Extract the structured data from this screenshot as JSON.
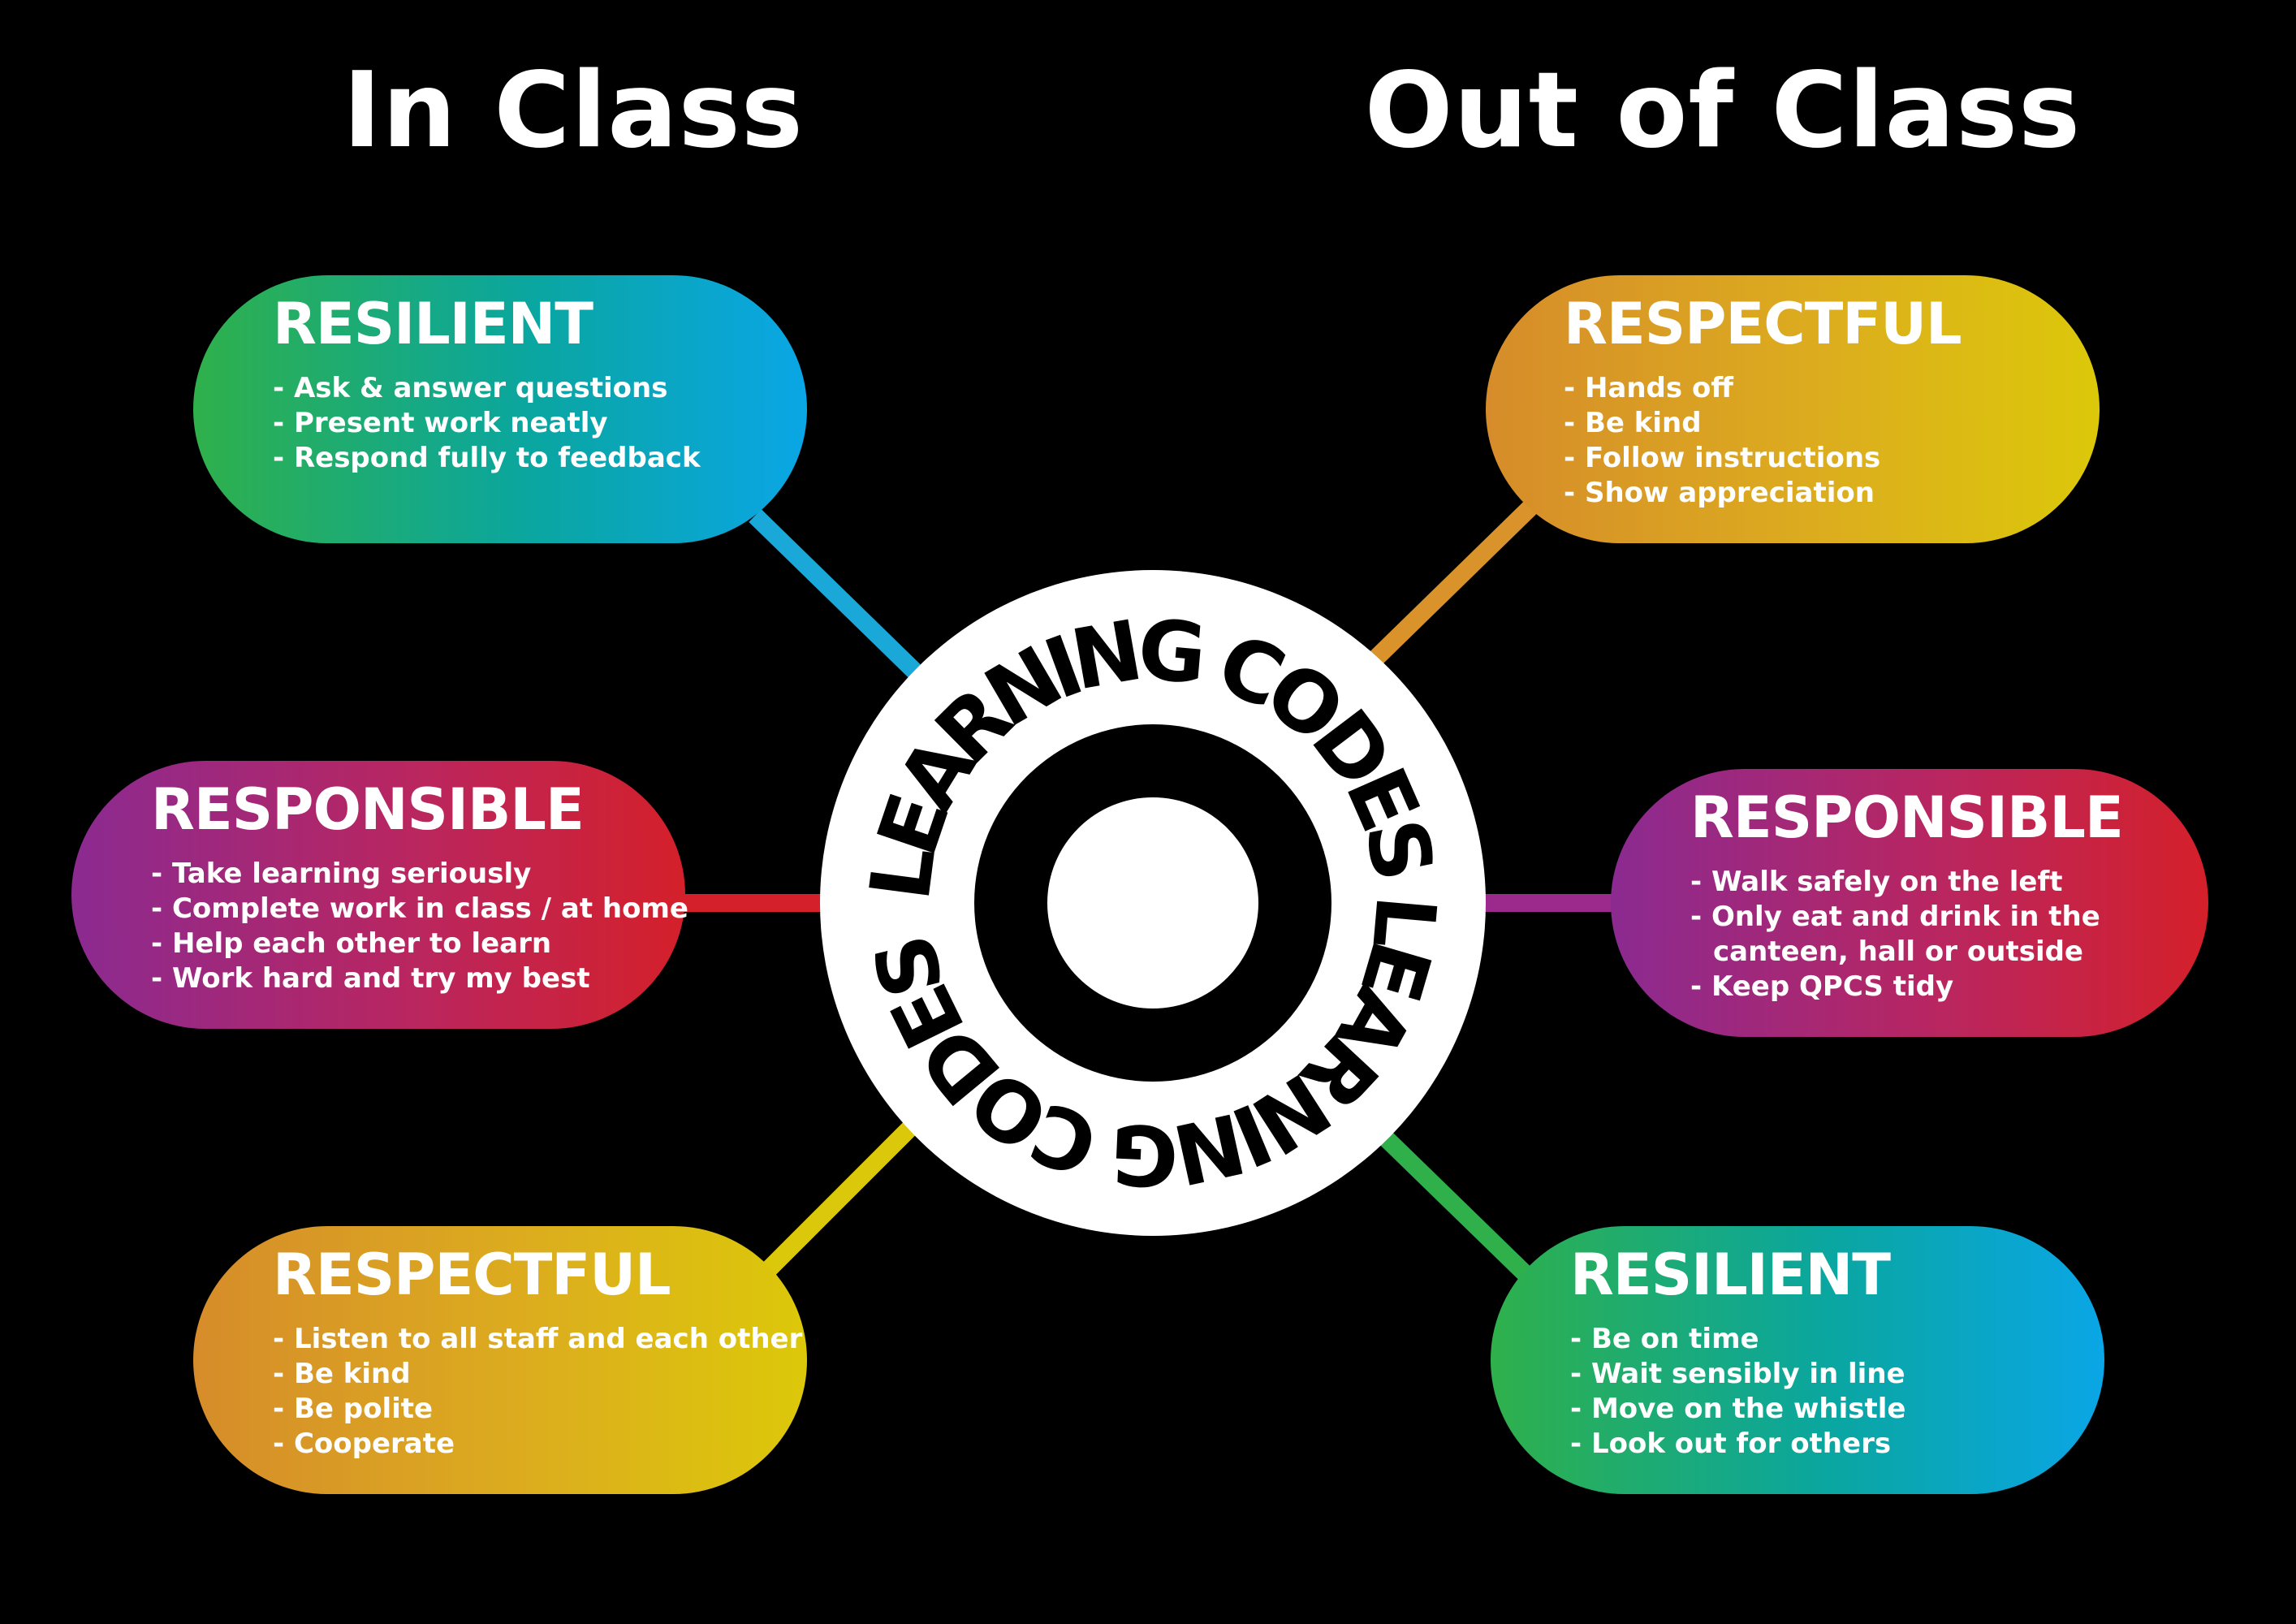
{
  "headings": {
    "left": "In Class",
    "right": "Out of Class"
  },
  "center": {
    "ring_text": "LEARNING CODES LEARNING CODES"
  },
  "colors": {
    "background": "#000000",
    "resilient": [
      "#2fb04b",
      "#0aa6e6"
    ],
    "responsible": [
      "#8b2a91",
      "#d4202a"
    ],
    "respectful": [
      "#d68c2a",
      "#dcc80a"
    ]
  },
  "in_class": [
    {
      "title": "RESILIENT",
      "items": [
        "Ask & answer questions",
        "Present work neatly",
        "Respond fully to feedback"
      ]
    },
    {
      "title": "RESPONSIBLE",
      "items": [
        "Take learning seriously",
        "Complete work in class / at home",
        "Help each other to learn",
        "Work hard and try my best"
      ]
    },
    {
      "title": "RESPECTFUL",
      "items": [
        "Listen to all staff and each other",
        "Be kind",
        "Be polite",
        "Cooperate"
      ]
    }
  ],
  "out_of_class": [
    {
      "title": "RESPECTFUL",
      "items": [
        "Hands off",
        "Be kind",
        "Follow instructions",
        "Show appreciation"
      ]
    },
    {
      "title": "RESPONSIBLE",
      "items": [
        "Walk safely on the left",
        "Only eat and drink in the canteen, hall or outside",
        "Keep QPCS tidy"
      ]
    },
    {
      "title": "RESILIENT",
      "items": [
        "Be on time",
        "Wait sensibly in line",
        "Move on the whistle",
        "Look out for others"
      ]
    }
  ]
}
